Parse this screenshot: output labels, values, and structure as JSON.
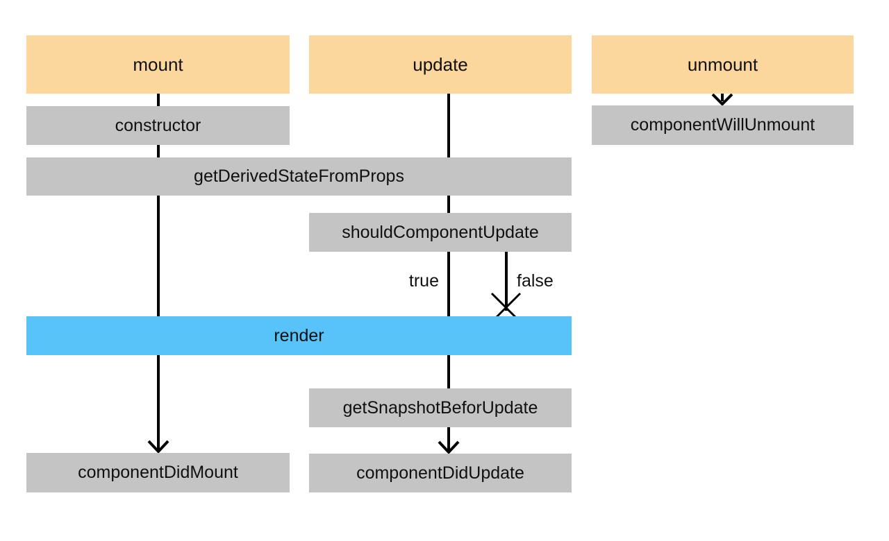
{
  "phases": {
    "mount": "mount",
    "update": "update",
    "unmount": "unmount"
  },
  "nodes": {
    "constructor": "constructor",
    "get_derived_state_from_props": "getDerivedStateFromProps",
    "should_component_update": "shouldComponentUpdate",
    "component_will_unmount": "componentWillUnmount",
    "render": "render",
    "get_snapshot_befor_update": "getSnapshotBeforUpdate",
    "component_did_mount": "componentDidMount",
    "component_did_update": "componentDidUpdate"
  },
  "branch_labels": {
    "true": "true",
    "false": "false"
  },
  "colors": {
    "phase_header": "#fbd79e",
    "method_box": "#c4c4c4",
    "render_box": "#57c3f8",
    "connector": "#000000",
    "text": "#101010",
    "background": "#ffffff"
  }
}
